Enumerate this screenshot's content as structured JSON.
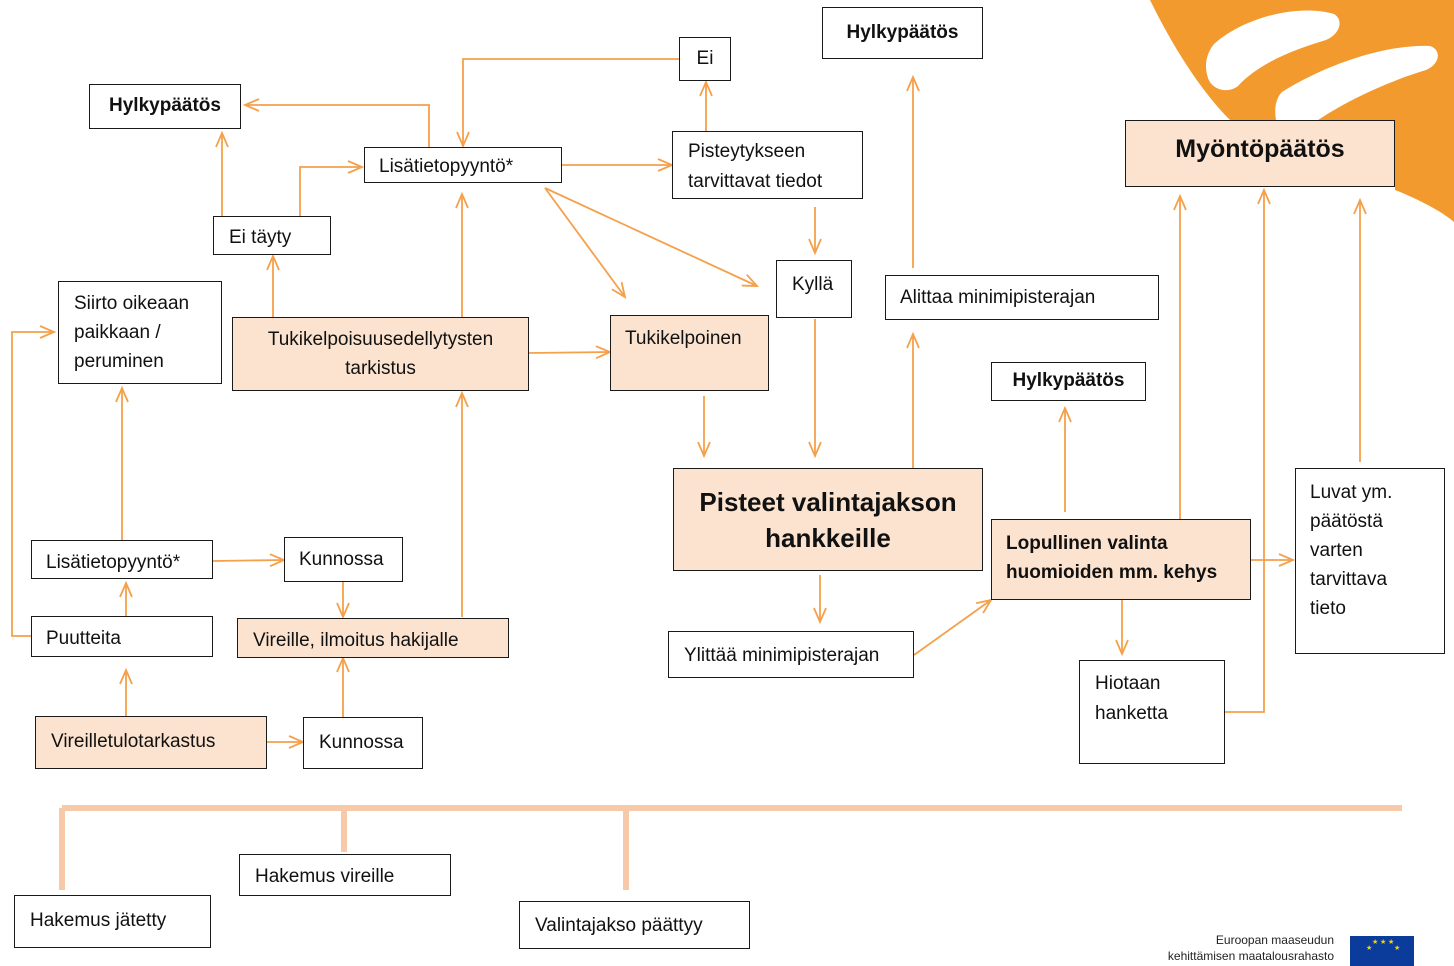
{
  "colors": {
    "accent": "#f5a04a",
    "box_fill": "#fbe3cf",
    "timeline": "#f7c9a8",
    "logo_orange": "#f39a2e"
  },
  "icons": [
    "brand-logo-icon",
    "eu-flag-icon"
  ],
  "boxes": {
    "hylkypaatos_left": "Hylkypäätös",
    "hylkypaatos_top": "Hylkypäätös",
    "hylkypaatos_mid": "Hylkypäätös",
    "ei": "Ei",
    "lisatietopyynto_top": "Lisätietopyyntö*",
    "pisteytykseen": "Pisteytykseen\ntarvittavat tiedot",
    "ei_tayty": "Ei täyty",
    "kylla": "Kyllä",
    "siirto": "Siirto oikeaan\npaikkaan /\nperuminen",
    "tukikelpoisuus": "Tukikelpoisuusedellytysten\ntarkistus",
    "tukikelpoinen": "Tukikelpoinen",
    "alittaa": "Alittaa minimipisterajan",
    "myontopaatos": "Myöntöpäätös",
    "pisteet": "Pisteet valintajakson\nhankkeille",
    "lisatietopyynto_low": "Lisätietopyyntö*",
    "kunnossa_upper": "Kunnossa",
    "lopullinen": "Lopullinen valinta\nhuomioiden mm. kehys",
    "luvat": "Luvat ym.\npäätöstä\nvarten\ntarvittava\ntieto",
    "puutteita": "Puutteita",
    "vireille_ilmoitus": "Vireille, ilmoitus hakijalle",
    "ylittaa": "Ylittää minimipisterajan",
    "hiotaan": "Hiotaan\nhanketta",
    "vireilletulotarkastus": "Vireilletulotarkastus",
    "kunnossa_lower": "Kunnossa"
  },
  "timeline": {
    "hakemus_jatetty": "Hakemus jätetty",
    "hakemus_vireille": "Hakemus vireille",
    "valintajakso_paattyy": "Valintajakso päättyy"
  },
  "footer": {
    "eu_line1": "Euroopan maaseudun",
    "eu_line2": "kehittämisen maatalousrahasto"
  }
}
